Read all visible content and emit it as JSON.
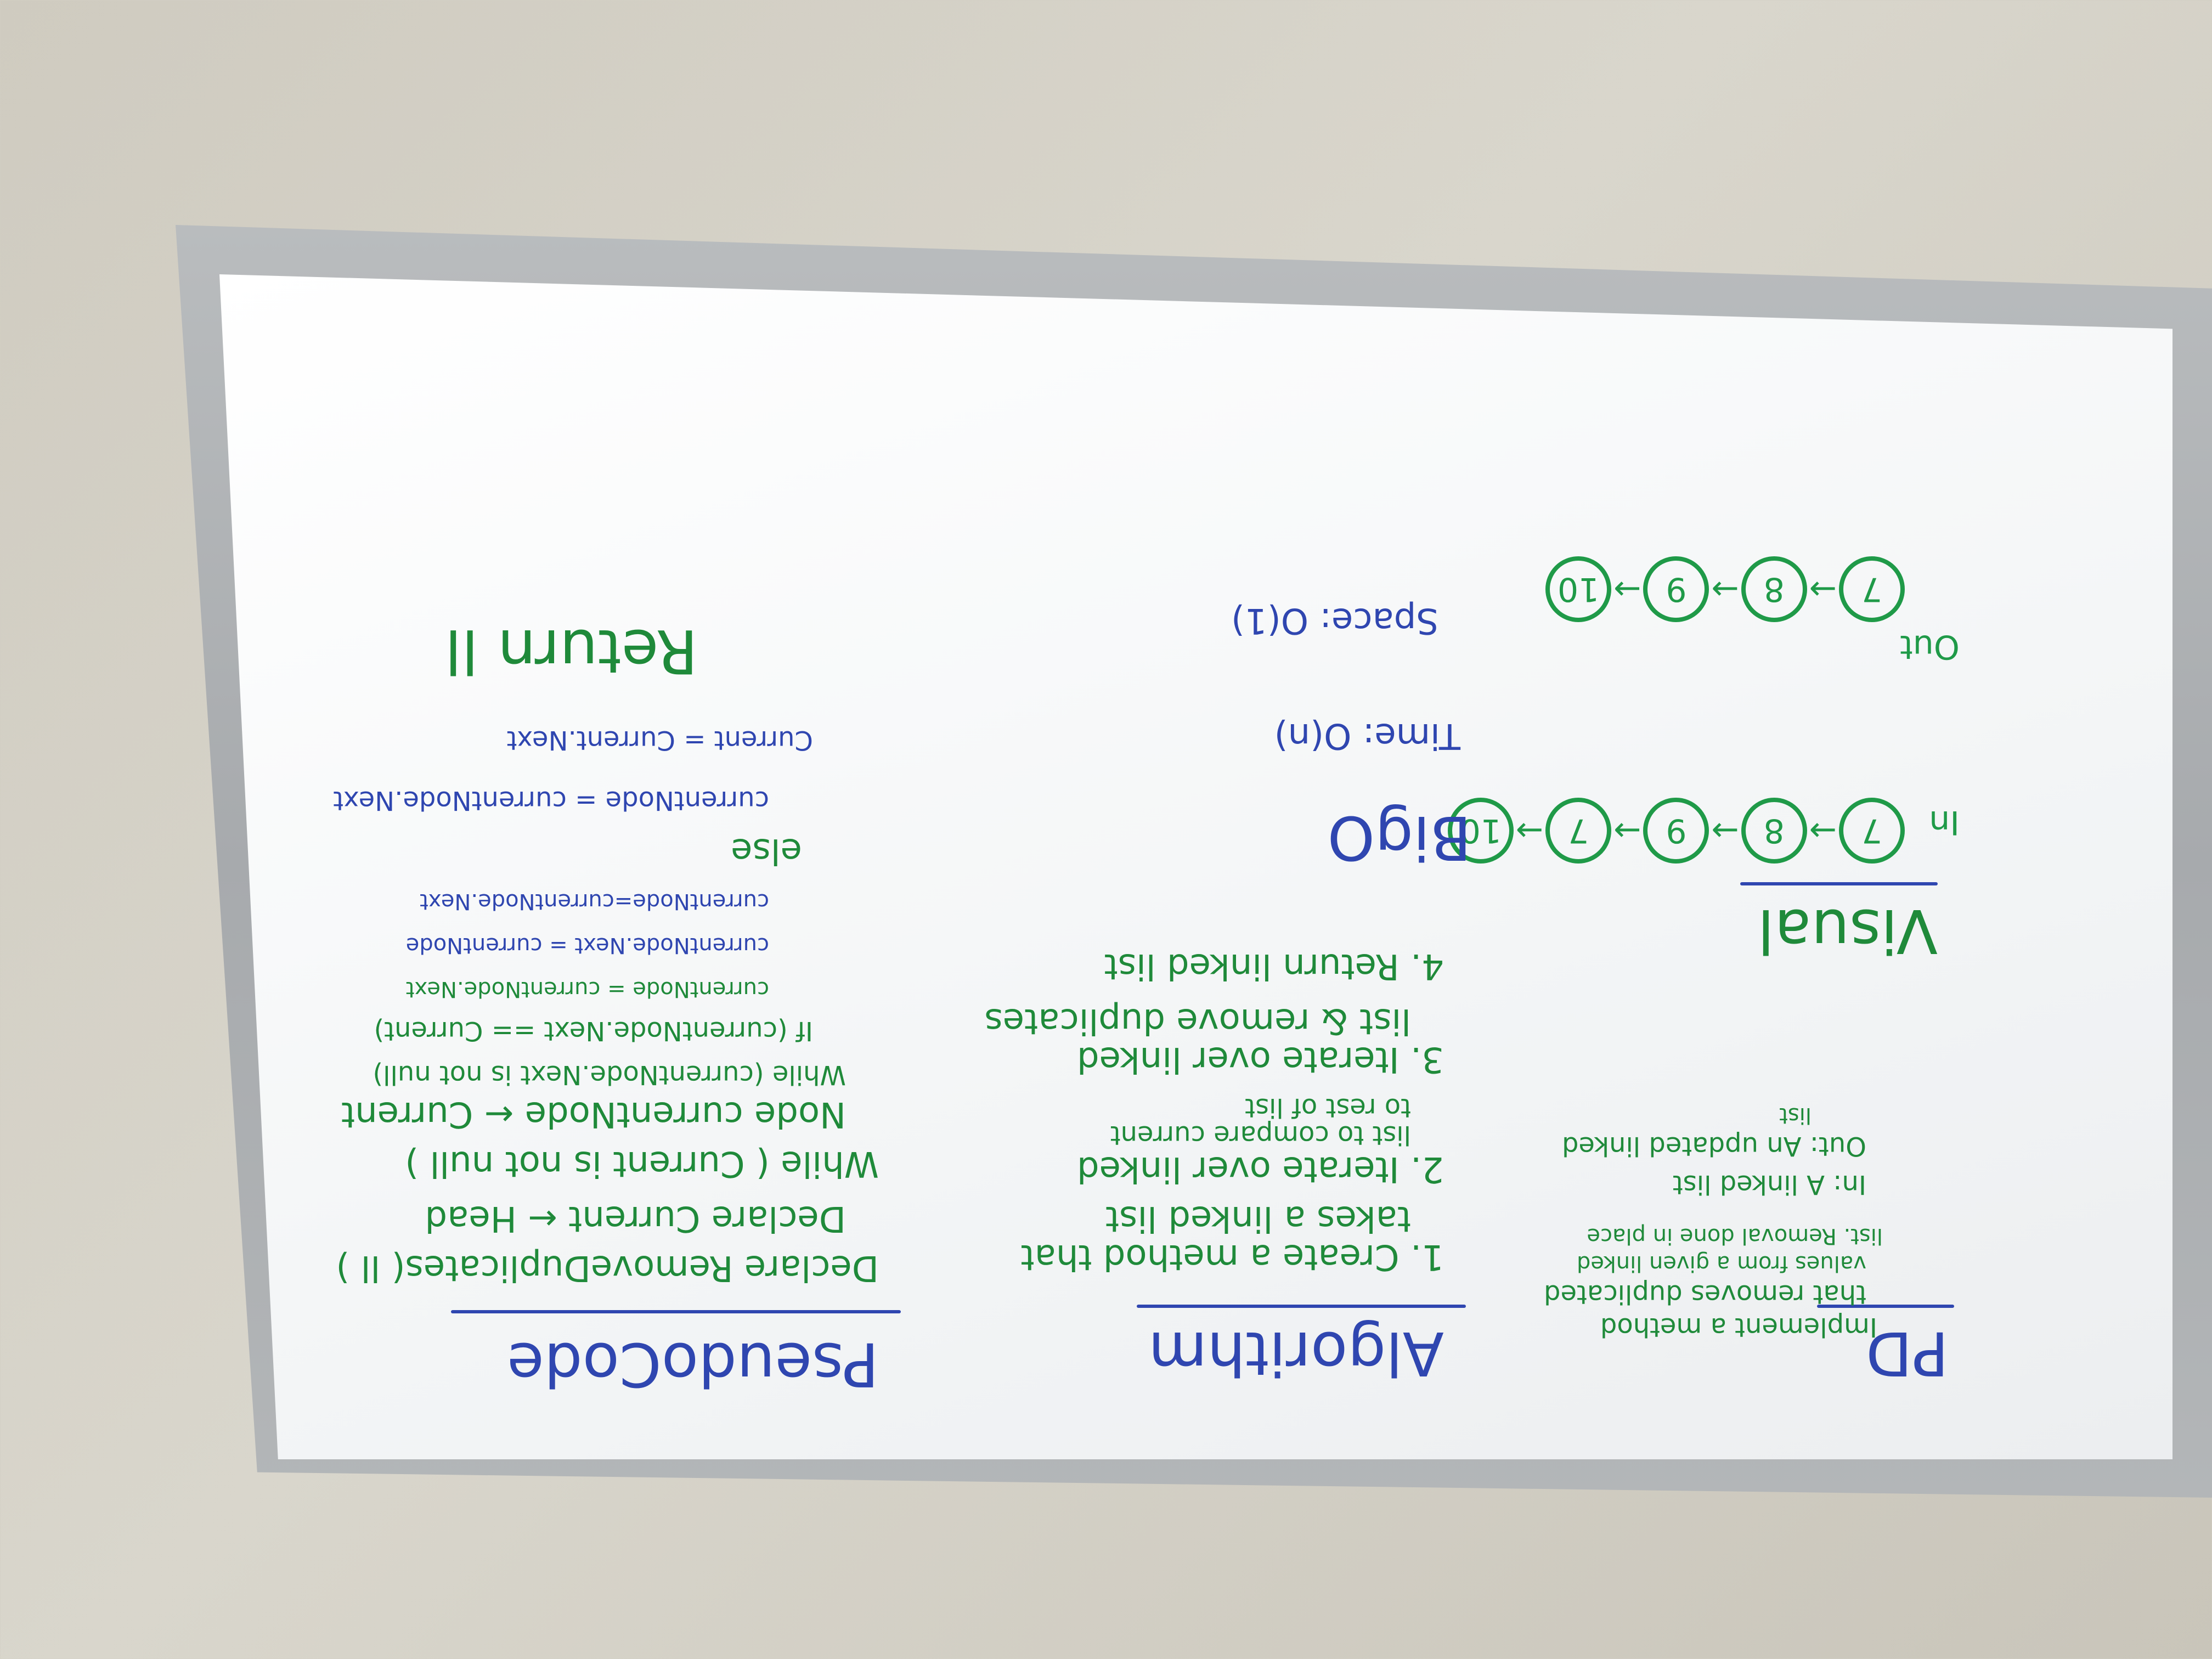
{
  "pd": {
    "heading": "PD",
    "lines": [
      "Implement a method",
      "that removes duplicated",
      "values from a given linked",
      "list. Removal done in place",
      "In: A linked list",
      "Out: An updated linked",
      "list"
    ]
  },
  "visual": {
    "heading": "Visual",
    "in_label": "In",
    "in_nodes": [
      "7",
      "8",
      "9",
      "7",
      "10"
    ],
    "out_label": "Out",
    "out_nodes": [
      "7",
      "8",
      "9",
      "10"
    ]
  },
  "algorithm": {
    "heading": "Algorithm",
    "steps": [
      "1. Create a method that",
      "takes a linked list",
      "2. Iterate over linked",
      "list to compare current",
      "to rest of list",
      "3. Iterate over linked",
      "list & remove duplicates",
      "4. Return linked list"
    ]
  },
  "bigo": {
    "heading": "BigO",
    "time": "Time: O(n)",
    "space": "Space: O(1)"
  },
  "pseudocode": {
    "heading": "PseudoCode",
    "lines": [
      "Declare RemoveDuplicates( ll )",
      "Declare Current ← Head",
      "While ( Current is not null )",
      "Node currentNode ← Current",
      "While (currentNode.Next is not null)",
      "If (currentNode.Next == Current)",
      "currentNode = currentNode.Next",
      "currentNode.Next = currentNode",
      "currentNode=currentNode.Next",
      "else",
      "currentNode = currentNode.Next",
      "Current = Current.Next",
      "Return ll"
    ]
  },
  "colors": {
    "green_marker": "#1f8a3a",
    "blue_marker": "#2f46b0",
    "board": "#f4f6f7",
    "frame": "#a7aaad",
    "wall": "#d3cfc4"
  }
}
